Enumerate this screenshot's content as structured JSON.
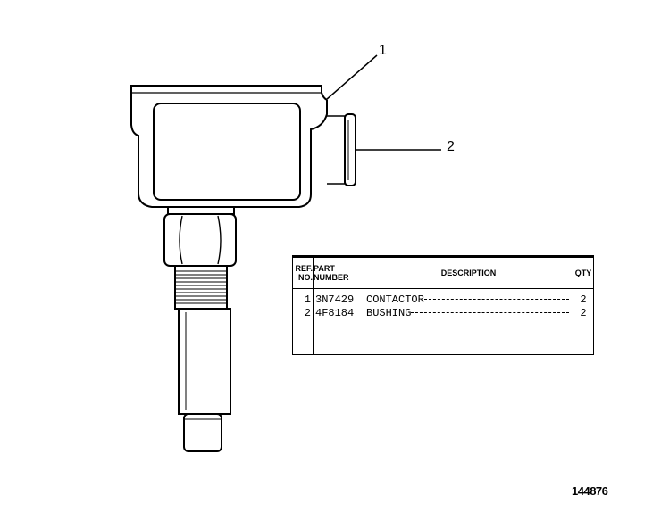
{
  "callouts": {
    "c1": "1",
    "c2": "2"
  },
  "figure_number": "144876",
  "table": {
    "headers": {
      "ref_line1": "REF.",
      "ref_line2": "NO.",
      "part_line1": "PART",
      "part_line2": "NUMBER",
      "description": "DESCRIPTION",
      "qty": "QTY"
    },
    "rows": [
      {
        "ref": "1",
        "part": "3N7429",
        "description": "CONTACTOR",
        "qty": "2"
      },
      {
        "ref": "2",
        "part": "4F8184",
        "description": "BUSHING",
        "qty": "2"
      }
    ]
  }
}
